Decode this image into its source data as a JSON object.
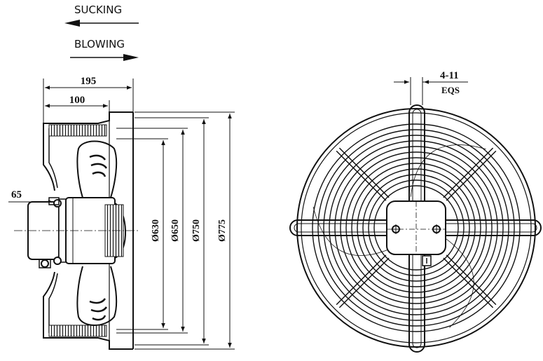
{
  "legend": {
    "sucking_label": "SUCKING",
    "blowing_label": "BLOWING"
  },
  "side_view": {
    "dim_195": "195",
    "dim_100": "100",
    "dim_65": "65",
    "dia_630": "Ø630",
    "dia_650": "Ø650",
    "dia_750": "Ø750",
    "dia_775": "Ø775"
  },
  "front_view": {
    "hole_count": "4-11",
    "hole_spacing": "EQS"
  }
}
